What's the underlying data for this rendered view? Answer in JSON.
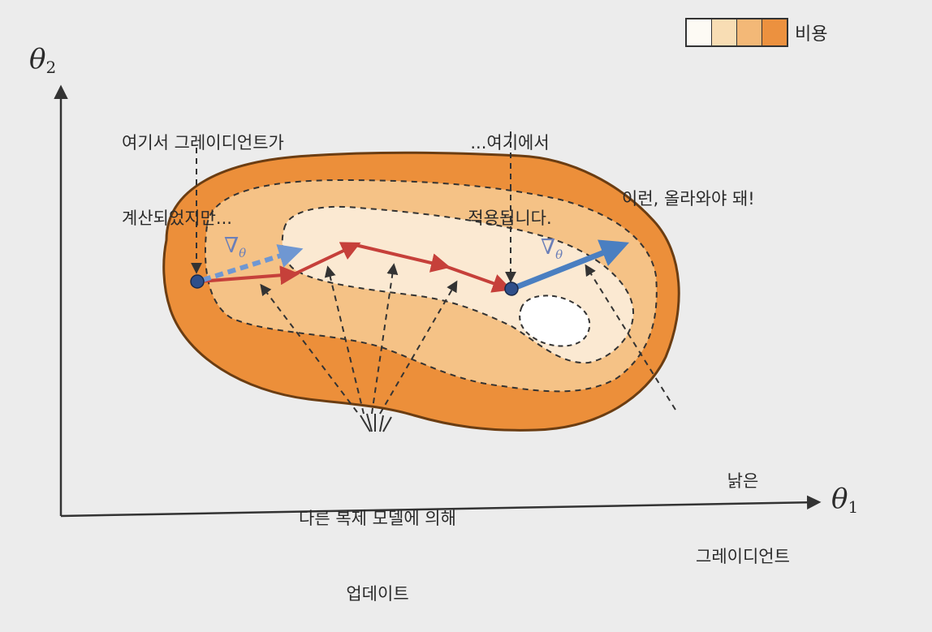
{
  "axes": {
    "x_symbol": "θ",
    "x_subscript": "1",
    "y_symbol": "θ",
    "y_subscript": "2"
  },
  "legend": {
    "label": "비용",
    "colors": [
      "#fdfaf4",
      "#f8ddb4",
      "#f3b877",
      "#ec913f",
      "#e57a2a"
    ]
  },
  "colors": {
    "outer_region": "#ec8f3a",
    "middle_region": "#f5c286",
    "inner_region": "#fbe9d2",
    "hole": "#ffffff",
    "path_red": "#c6403a",
    "gradient_blue": "#4a7fc1",
    "point": "#2f4f8a"
  },
  "annotations": {
    "computed_here_line1": "여기서 그레이디언트가",
    "computed_here_line2": "계산되었지만...",
    "applied_here_line1": "...여기에서",
    "applied_here_line2": "적용됩니다.",
    "should_go_up": "이런, 올라와야 돼!",
    "other_replicas_line1": "다른 복제 모델에 의해",
    "other_replicas_line2": "업데이트",
    "stale_gradient_line1": "낡은",
    "stale_gradient_line2": "그레이디언트"
  },
  "gradient_symbol": {
    "nabla": "∇",
    "subscript": "θ"
  }
}
